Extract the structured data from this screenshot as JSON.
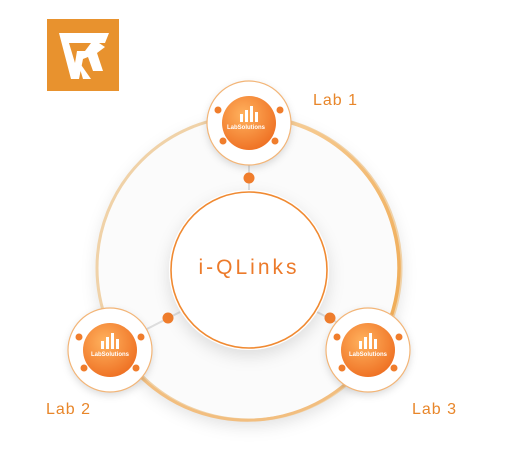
{
  "center": {
    "title": "i-QLinks"
  },
  "labs": [
    {
      "label": "Lab 1",
      "brand": "LabSolutions"
    },
    {
      "label": "Lab 2",
      "brand": "LabSolutions"
    },
    {
      "label": "Lab 3",
      "brand": "LabSolutions"
    }
  ],
  "icons": {
    "logo": "brand-logo-icon",
    "lab": "bar-chart-icon"
  },
  "colors": {
    "accent": "#f08a32",
    "accent_dark": "#e8732a",
    "ring": "#f3c48e",
    "logo_bg": "#e8922e"
  }
}
